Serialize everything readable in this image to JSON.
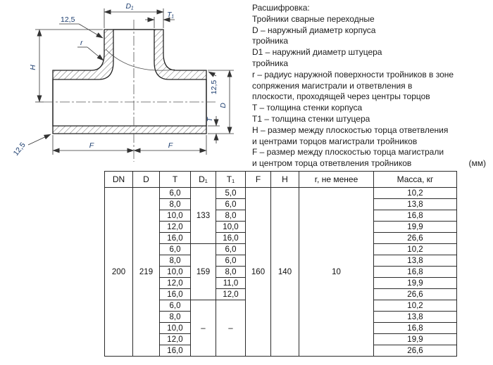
{
  "legend": {
    "title": "Расшифровка:",
    "lines": [
      "Тройники сварные переходные",
      "D – наружный диаметр корпуса",
      "тройника",
      "D1 – наружний диаметр штуцера",
      "тройника",
      "r – радиус наружной поверхности тройников в зоне",
      "сопряжения магистрали и ответвления в",
      "плоскости, проходящей через центры торцов",
      "T – толщина стенки корпуса",
      "T1 – толщина стенки штуцера",
      "H – размер между плоскостью торца ответвления",
      "и центрами торцов магистрали тройников",
      "F – размер между плоскостью торца магистрали",
      "и центром торца ответвления тройников"
    ],
    "unit_note": "(мм)"
  },
  "drawing": {
    "labels": {
      "d1": "D₁",
      "t1": "T₁",
      "angle_top": "12,5",
      "angle_right": "12,5",
      "angle_bottom": "12,5",
      "r": "r",
      "h": "H",
      "d": "D",
      "t": "T",
      "f_left": "F",
      "f_right": "F"
    }
  },
  "table": {
    "headers": [
      "DN",
      "D",
      "T",
      "D₁",
      "T₁",
      "F",
      "H",
      "r, не менее",
      "Масса, кг"
    ],
    "dn": "200",
    "d": "219",
    "f": "160",
    "h": "140",
    "r_min": "10",
    "groups": [
      {
        "d1": "133",
        "t": [
          "6,0",
          "8,0",
          "10,0",
          "12,0",
          "16,0"
        ],
        "t1": [
          "5,0",
          "6,0",
          "8,0",
          "10,0",
          "16,0"
        ],
        "mass": [
          "10,2",
          "13,8",
          "16,8",
          "19,9",
          "26,6"
        ]
      },
      {
        "d1": "159",
        "t": [
          "6,0",
          "8,0",
          "10,0",
          "12,0",
          "16,0"
        ],
        "t1": [
          "6,0",
          "6,0",
          "8,0",
          "11,0",
          "12,0"
        ],
        "mass": [
          "10,2",
          "13,8",
          "16,8",
          "19,9",
          "26,6"
        ]
      },
      {
        "d1": "–",
        "t": [
          "6,0",
          "8,0",
          "10,0",
          "12,0",
          "16,0"
        ],
        "t1": "–",
        "mass": [
          "10,2",
          "13,8",
          "16,8",
          "19,9",
          "26,6"
        ]
      }
    ]
  }
}
